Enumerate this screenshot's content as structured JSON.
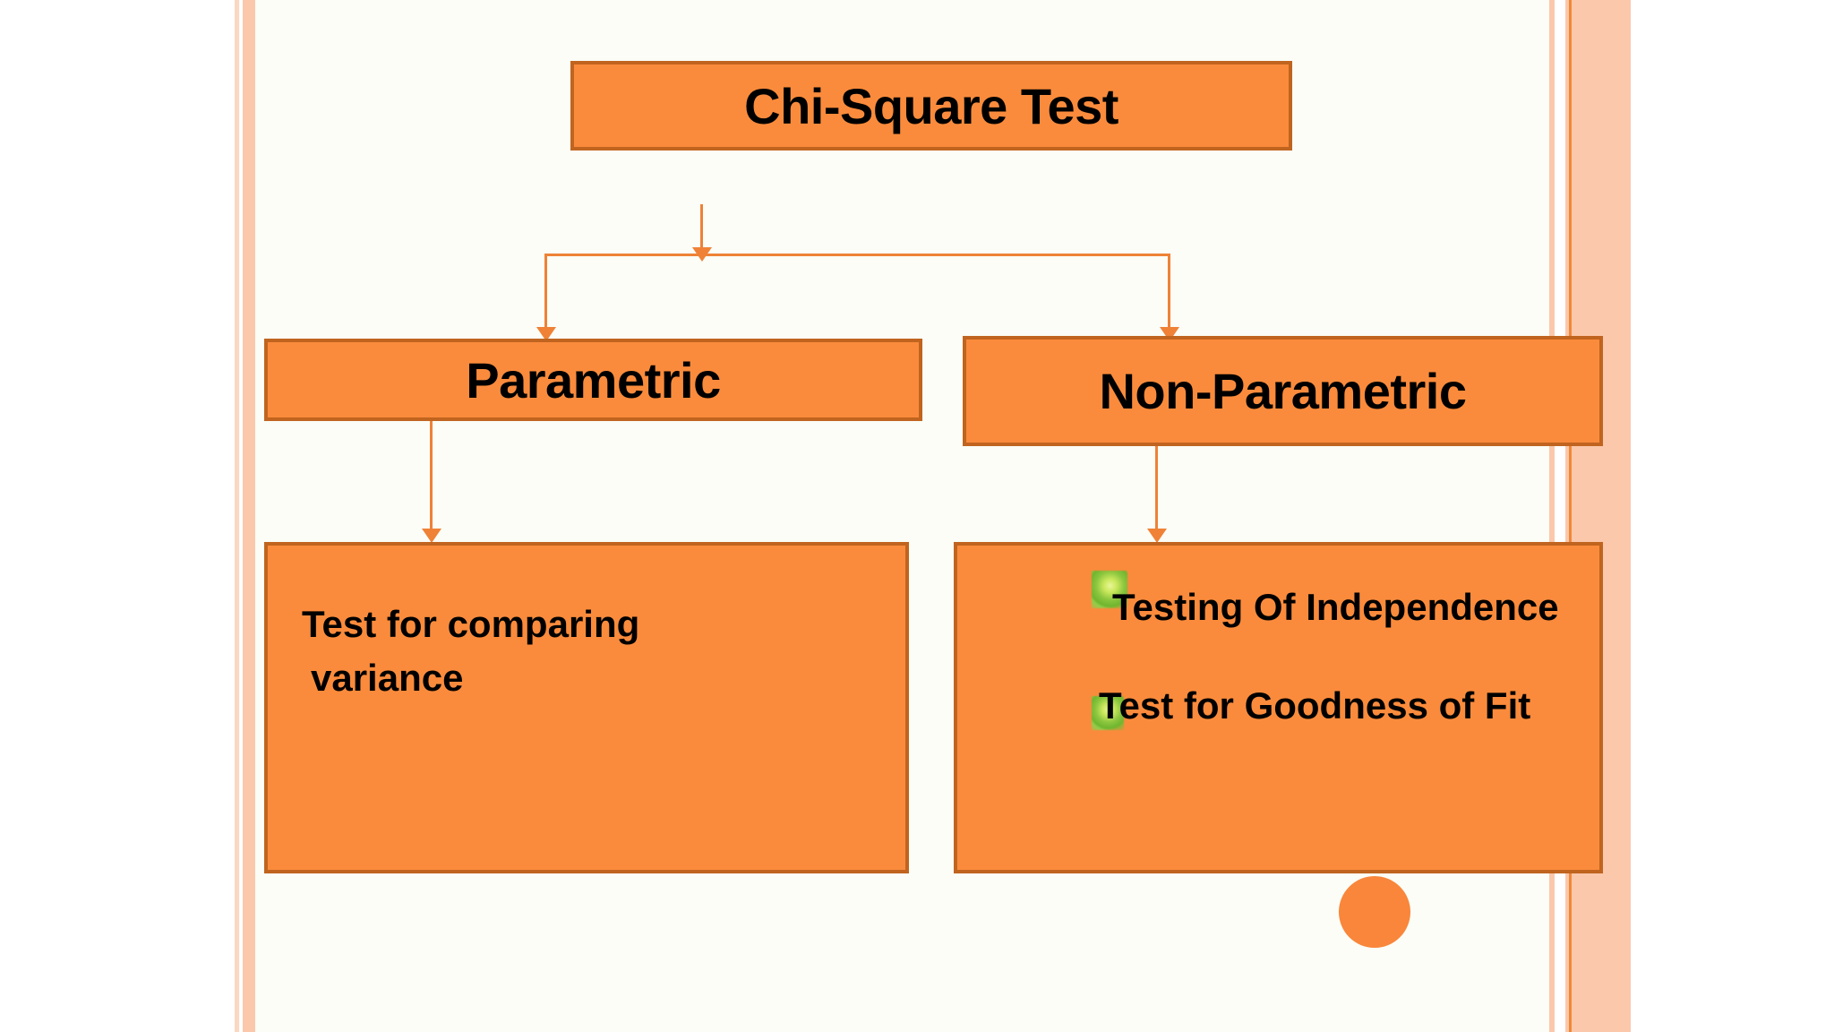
{
  "slide": {
    "title": "Chi-Square Test",
    "nodes": {
      "parametric": "Parametric",
      "non_parametric": "Non-Parametric"
    },
    "parametric_detail": {
      "line1": "Test for comparing",
      "line2": "variance"
    },
    "non_parametric_detail": {
      "items": [
        "Testing Of Independence",
        "Test for  Goodness of Fit"
      ]
    },
    "icons": {
      "bullet": "green-leaf-bullet-icon",
      "decoration": "orange-circle-decoration"
    },
    "colors": {
      "box_fill": "#fa8b3c",
      "box_border": "#c0641f",
      "connector": "#ef8237",
      "slide_background": "#fbfdf6",
      "stripe_peach": "#fbc8ab",
      "stripe_accent": "#f0873a",
      "bullet_green": "#8cc63f",
      "text": "#000000"
    }
  },
  "chart_data": {
    "type": "diagram",
    "title": "Chi-Square Test",
    "layout": "tree",
    "nodes": [
      {
        "id": "root",
        "label": "Chi-Square Test",
        "level": 0
      },
      {
        "id": "parametric",
        "label": "Parametric",
        "level": 1
      },
      {
        "id": "non-parametric",
        "label": "Non-Parametric",
        "level": 1
      },
      {
        "id": "parametric-detail",
        "label": "Test for comparing variance",
        "level": 2
      },
      {
        "id": "non-parametric-detail",
        "label": "Testing Of Independence; Test for  Goodness of Fit",
        "level": 2
      }
    ],
    "edges": [
      {
        "from": "root",
        "to": "parametric"
      },
      {
        "from": "root",
        "to": "non-parametric"
      },
      {
        "from": "parametric",
        "to": "parametric-detail"
      },
      {
        "from": "non-parametric",
        "to": "non-parametric-detail"
      }
    ]
  }
}
